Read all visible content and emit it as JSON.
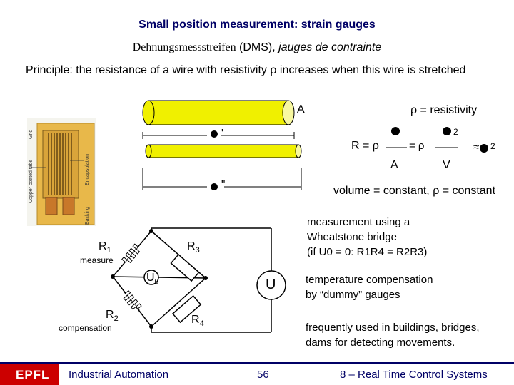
{
  "slide": {
    "title": "Small position measurement: strain gauges",
    "subtitle_de": "Dehnungsmessstreifen",
    "subtitle_dms": " (DMS), ",
    "subtitle_fr": "jauges de contrainte",
    "principle": "Principle: the resistance of a wire with resistivity ρ increases when this wire is stretched"
  },
  "gauge_photo": {
    "labels": [
      "Grid",
      "Copper coated tabs",
      "Encapsulation",
      "Backing"
    ]
  },
  "wire_figure": {
    "area_label": "A",
    "resistivity_label": "ρ = resistivity",
    "formula": {
      "lhs": "R = ρ",
      "eq2": "= ρ",
      "approx": "≈",
      "exp1": "2",
      "exp2": "2",
      "den1": "A",
      "den2": "V"
    },
    "len1_mark": "'",
    "len2_mark": "\"",
    "volume_text": "volume = constant, ρ = constant"
  },
  "bridge": {
    "r1": "R",
    "r1_sub": "1",
    "r1_note": "measure",
    "r2": "R",
    "r2_sub": "2",
    "r2_note": "compensation",
    "r3": "R",
    "r3_sub": "3",
    "r4": "R",
    "r4_sub": "4",
    "u0": "U",
    "u0_sub": "0",
    "u": "U"
  },
  "notes": {
    "n1_l1": "measurement using a",
    "n1_l2": "Wheatstone bridge",
    "n1_l3": "(if U0 = 0: R1R4 = R2R3)",
    "n2_l1": "temperature compensation",
    "n2_l2": "by “dummy” gauges",
    "n3_l1": "frequently used in buildings, bridges,",
    "n3_l2": "dams for detecting movements."
  },
  "footer": {
    "logo_text": "EPFL",
    "course": "Industrial Automation",
    "page": "56",
    "chapter": "8 – Real Time Control Systems"
  },
  "colors": {
    "title": "#000066",
    "wire": "#f0f000",
    "logo": "#cc0000",
    "photo_bg": "#e8b84a"
  }
}
